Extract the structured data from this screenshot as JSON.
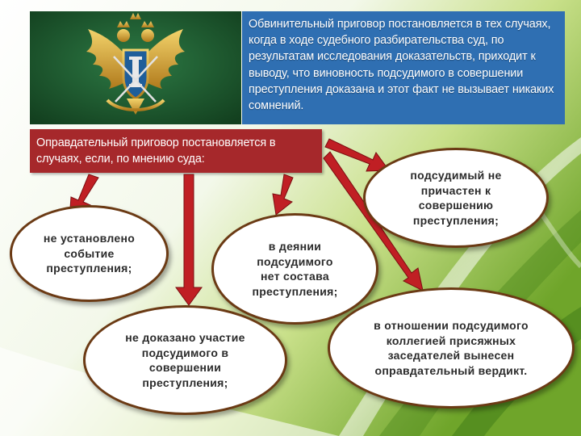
{
  "colors": {
    "top_box": "#2f6fb2",
    "red_box": "#a6282b",
    "arrow": "#c01f24",
    "oval_border": "#6b3a14",
    "emblem_bg": "#1e5a32",
    "gold": "#d9a531"
  },
  "emblem": {
    "icon": "double-headed-eagle-emblem"
  },
  "conviction_text": "Обвинительный приговор постановляется в тех случаях, когда в ходе судебного разбирательства суд, по результатам исследования доказательств, приходит к выводу, что виновность подсудимого в совершении преступления доказана и этот факт не вызывает никаких сомнений.",
  "acquittal_text": "Оправдательный приговор постановляется в случаях, если, по мнению суда:",
  "grounds": [
    "не установлено событие преступления;",
    "в деянии подсудимого нет состава преступления;",
    "подсудимый не причастен к совершению преступления;",
    "не доказано участие подсудимого в совершении преступления;",
    "в отношении подсудимого коллегией присяжных заседателей вынесен оправдательный вердикт."
  ]
}
